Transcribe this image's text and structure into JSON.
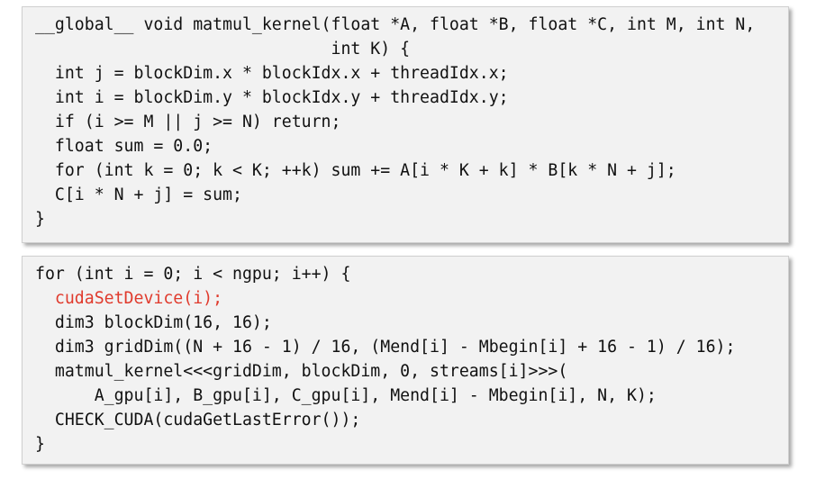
{
  "kernel_snippet": {
    "lines": [
      "__global__ void matmul_kernel(float *A, float *B, float *C, int M, int N,",
      "                              int K) {",
      "  int j = blockDim.x * blockIdx.x + threadIdx.x;",
      "  int i = blockDim.y * blockIdx.y + threadIdx.y;",
      "  if (i >= M || j >= N) return;",
      "  float sum = 0.0;",
      "  for (int k = 0; k < K; ++k) sum += A[i * K + k] * B[k * N + j];",
      "  C[i * N + j] = sum;",
      "}"
    ]
  },
  "launch_snippet": {
    "line_0": "for (int i = 0; i < ngpu; i++) {",
    "highlight_indent": "  ",
    "highlight_text": "cudaSetDevice(i);",
    "highlight_color": "#e03a2c",
    "lines_rest": [
      "  dim3 blockDim(16, 16);",
      "  dim3 gridDim((N + 16 - 1) / 16, (Mend[i] - Mbegin[i] + 16 - 1) / 16);",
      "  matmul_kernel<<<gridDim, blockDim, 0, streams[i]>>>(",
      "      A_gpu[i], B_gpu[i], C_gpu[i], Mend[i] - Mbegin[i], N, K);",
      "  CHECK_CUDA(cudaGetLastError());",
      "}"
    ]
  },
  "colors": {
    "panel_background": "#f2f2f2",
    "text": "#111111",
    "highlight": "#e03a2c"
  }
}
